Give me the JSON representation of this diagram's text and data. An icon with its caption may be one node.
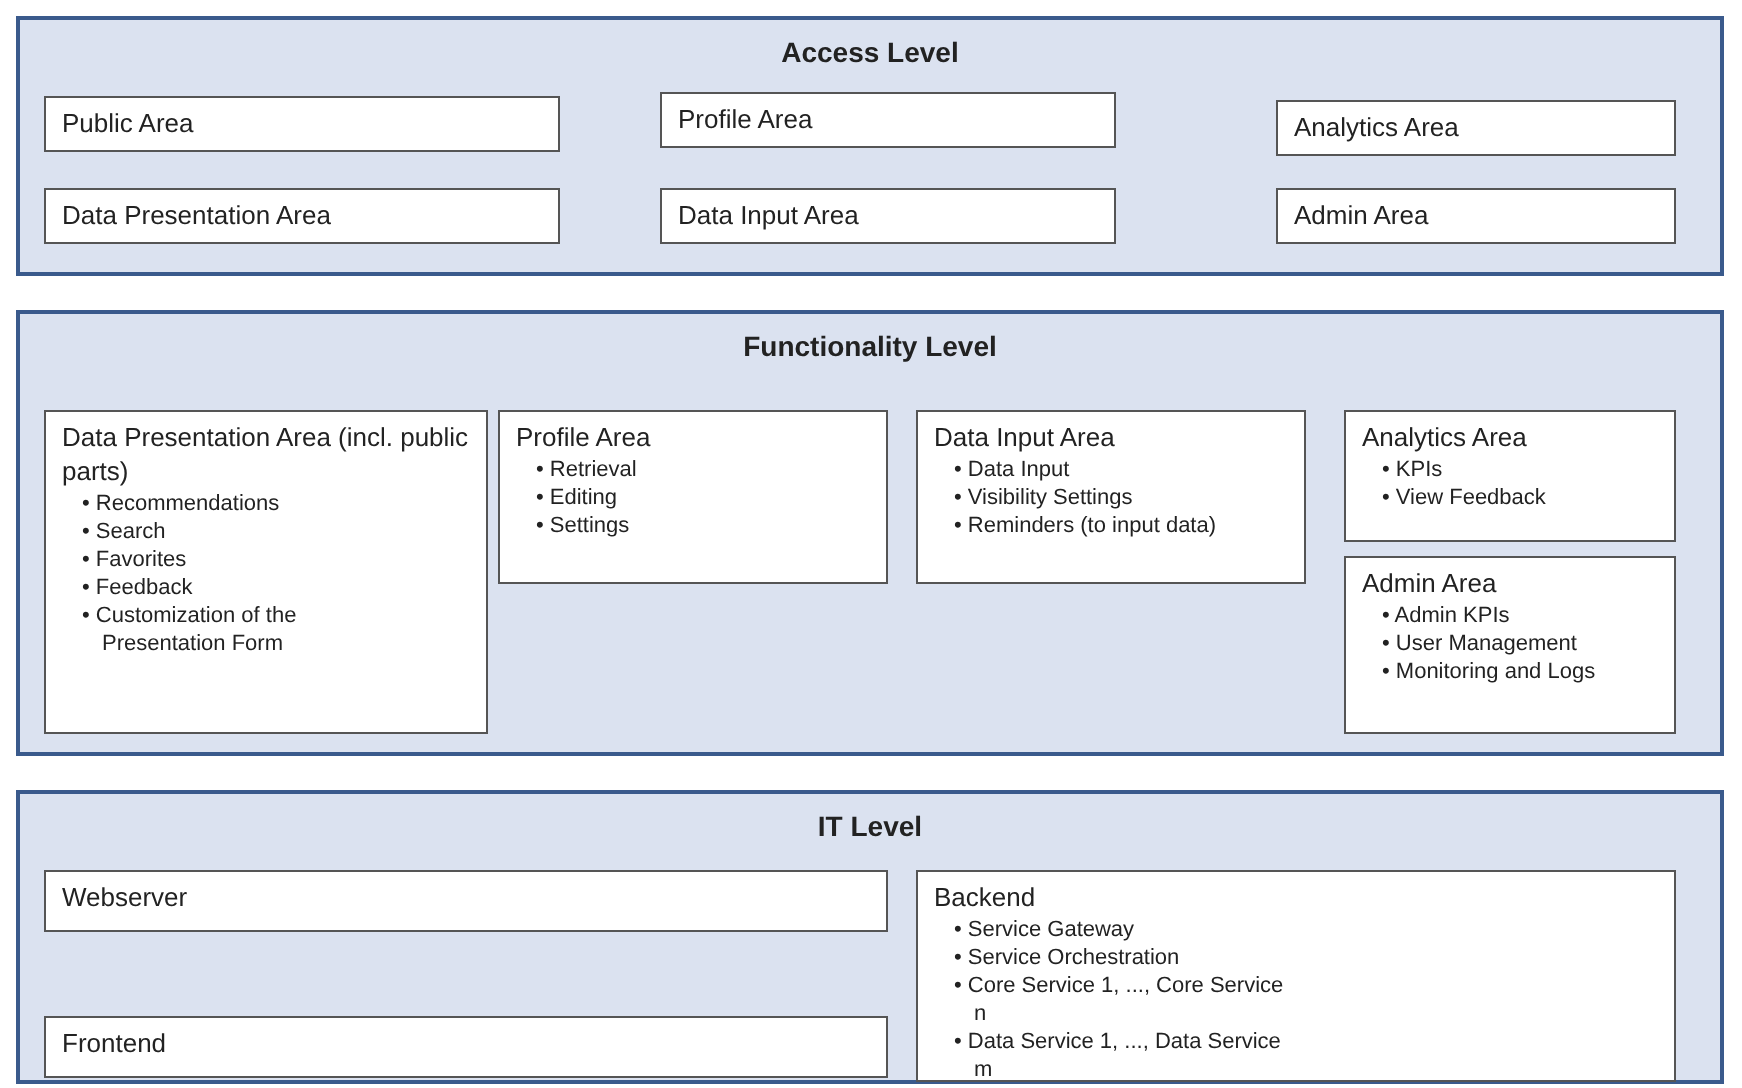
{
  "diagram": {
    "nodes": [
      {
        "text": [
          "Access Level"
        ]
      },
      {
        "text": [
          "Public Area"
        ],
        "in": 0
      },
      {
        "text": [
          "Profile Area"
        ],
        "in": 0
      },
      {
        "text": [
          "Analytics Area"
        ],
        "in": 0
      },
      {
        "text": [
          "Data Presentation Area"
        ],
        "in": 0
      },
      {
        "text": [
          "Data Input Area"
        ],
        "in": 0
      },
      {
        "text": [
          "Admin Area"
        ],
        "in": 0
      },
      {
        "text": [
          "Functionality Level"
        ]
      },
      {
        "text": [
          "Data Presentation Area (incl. public parts)",
          "• Recommendations",
          "• Search",
          "• Favorites",
          "• Feedback",
          "• Customization of the Presentation Form"
        ],
        "in": 7
      },
      {
        "text": [
          "Profile Area",
          "• Retrieval",
          "• Editing",
          "• Settings"
        ],
        "in": 7
      },
      {
        "text": [
          "Data Input Area",
          "• Data Input",
          "• Visibility Settings",
          "• Reminders (to input data)"
        ],
        "in": 7
      },
      {
        "text": [
          "Analytics Area",
          "• KPIs",
          "• View Feedback"
        ],
        "in": 7
      },
      {
        "text": [
          "Admin Area",
          "• Admin KPIs",
          "• User Management",
          "• Monitoring and Logs"
        ],
        "in": 7
      },
      {
        "text": [
          "IT Level"
        ]
      },
      {
        "text": [
          "Webserver"
        ],
        "in": 13
      },
      {
        "text": [
          "Frontend"
        ],
        "in": 13
      },
      {
        "text": [
          "Backend",
          "• Service Gateway",
          "• Service Orchestration",
          "• Core Service 1, ..., Core Service n",
          "• Data Service 1, ..., Data Service m"
        ],
        "in": 13
      }
    ],
    "edges": []
  }
}
